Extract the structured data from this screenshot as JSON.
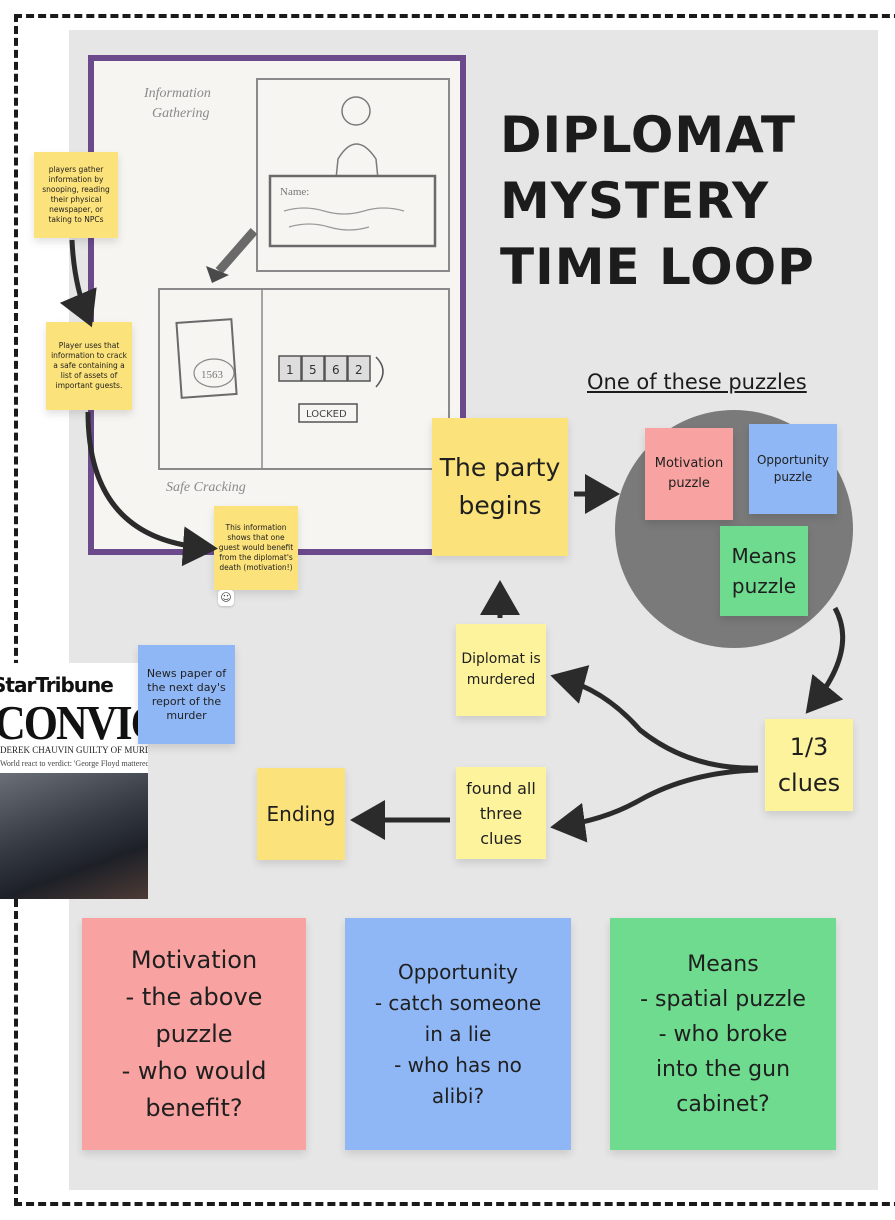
{
  "title_lines": [
    "DIPLOMAT",
    "MYSTERY",
    "TIME LOOP"
  ],
  "puzzles_heading": "One of these puzzles",
  "sketch": {
    "label_top": "Information\nGathering",
    "label_bottom": "Safe Cracking",
    "name_label": "Name:",
    "safe_digits": [
      "1",
      "5",
      "6",
      "2"
    ],
    "note_number": "1563",
    "locked_label": "LOCKED"
  },
  "stickies": {
    "gather": "players gather information by snooping, reading their physical newspaper, or taking to NPCs",
    "safe": "Player uses that information to crack a safe containing a list of assets of important guests.",
    "motive_info": "This information shows that one guest would benefit from the diplomat's death (motivation!)",
    "newspaper_note": "News paper of the next day's report of the murder",
    "party": "The party begins",
    "motivation_puzzle": "Motivation puzzle",
    "opportunity_puzzle": "Opportunity puzzle",
    "means_puzzle": "Means puzzle",
    "murdered": "Diplomat is murdered",
    "clues": "1/3 clues",
    "found_all": "found all three clues",
    "ending": "Ending"
  },
  "cards": {
    "motivation": "Motivation\n- the above\npuzzle\n- who would\nbenefit?",
    "opportunity": "Opportunity\n- catch someone\nin a lie\n- who has no\nalibi?",
    "means": "Means\n- spatial puzzle\n- who broke\ninto the gun\ncabinet?"
  },
  "newspaper": {
    "masthead": "StarTribune",
    "headline": "CONVICTED",
    "subhead": "DEREK CHAUVIN GUILTY OF MURDER",
    "subhead2": "World react to verdict: 'George Floyd mattered'"
  },
  "colors": {
    "yellow": "#fbe27a",
    "light_yellow": "#fdf39d",
    "red": "#f8a3a1",
    "blue": "#8fb7f6",
    "green": "#6edb8f",
    "circle": "#7a7a7a",
    "frame": "#6b4a8c",
    "arrow": "#2b2b2b"
  }
}
